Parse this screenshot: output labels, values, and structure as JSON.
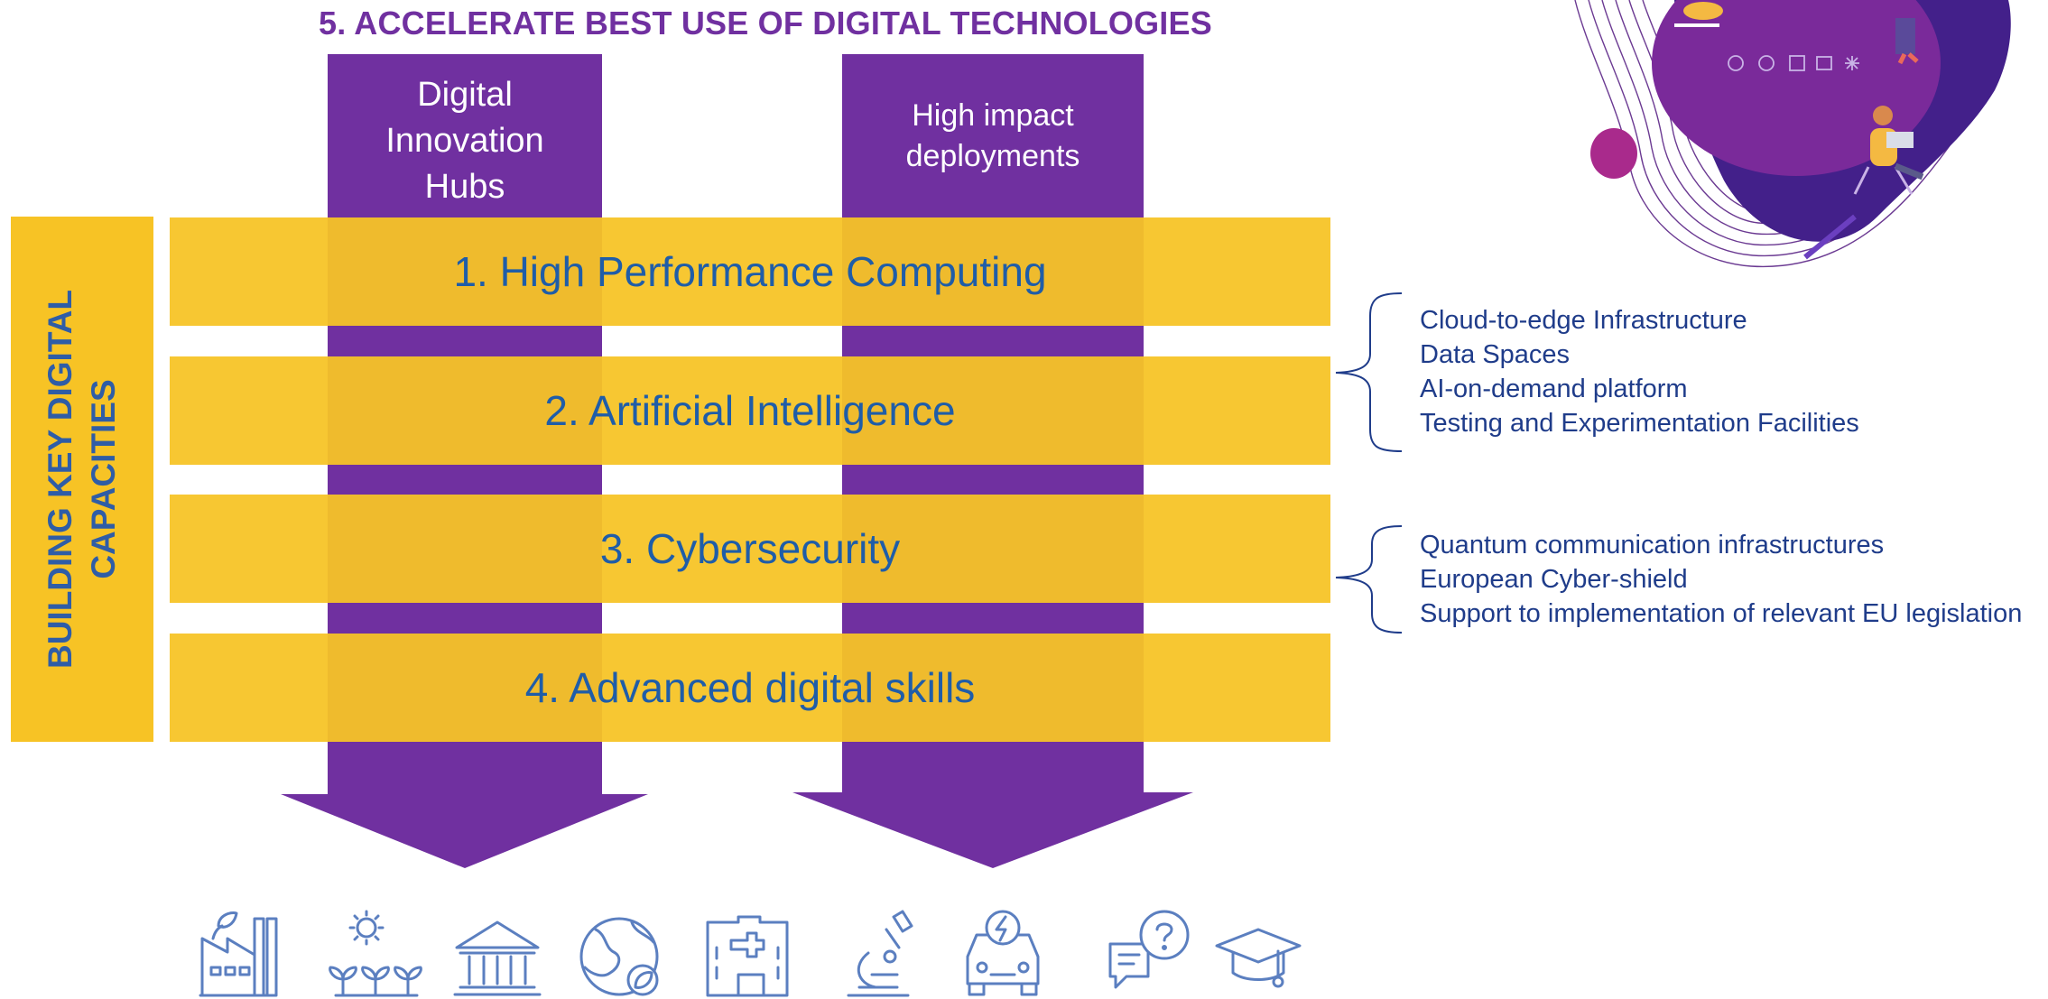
{
  "title": "5. ACCELERATE BEST USE OF DIGITAL TECHNOLOGIES",
  "columns": [
    {
      "label": "Digital\nInnovation\nHubs"
    },
    {
      "label": "High impact\ndeployments"
    }
  ],
  "side_label": "BUILDING KEY DIGITAL\nCAPACITIES",
  "rows": [
    {
      "label": "1. High Performance Computing"
    },
    {
      "label": "2. Artificial Intelligence"
    },
    {
      "label": "3. Cybersecurity"
    },
    {
      "label": "4. Advanced digital skills"
    }
  ],
  "details_ai": [
    "Cloud-to-edge Infrastructure",
    "Data Spaces",
    "AI-on-demand platform",
    "Testing and Experimentation Facilities"
  ],
  "details_cyber": [
    "Quantum communication infrastructures",
    "European Cyber-shield",
    "Support to implementation of relevant EU legislation"
  ],
  "sector_icons": [
    "factory-icon",
    "agriculture-icon",
    "public-administration-icon",
    "environment-icon",
    "hospital-icon",
    "research-icon",
    "electric-car-icon",
    "help-chat-icon",
    "education-icon"
  ],
  "colors": {
    "purple": "#7030a0",
    "yellow": "#f7c325",
    "text_blue": "#1f5da8",
    "icon_blue": "#5b7fc0"
  }
}
